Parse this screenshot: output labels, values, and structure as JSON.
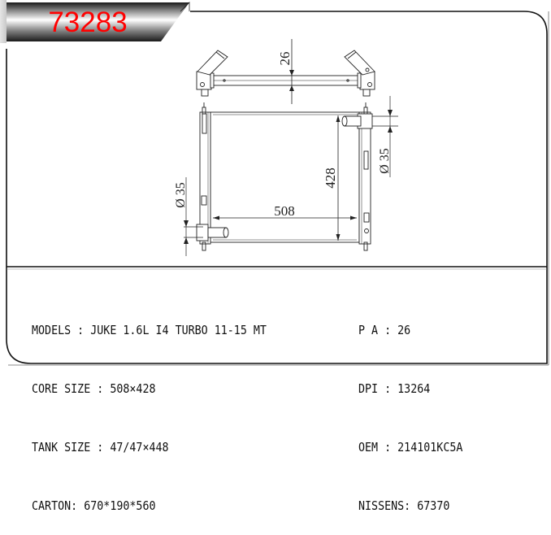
{
  "header": {
    "part_number": "73283",
    "banner_text_color": "#ff0000"
  },
  "drawing": {
    "dimensions": {
      "top_view_thickness": "26",
      "core_width": "508",
      "core_height": "428",
      "inlet_diameter": "Ø 35",
      "outlet_diameter": "Ø 35"
    }
  },
  "specs": {
    "left": [
      {
        "label": "MODELS",
        "sep": " : ",
        "value": "JUKE 1.6L I4 TURBO 11-15 MT"
      },
      {
        "label": "CORE SIZE",
        "sep": " : ",
        "value": "508×428"
      },
      {
        "label": "TANK SIZE",
        "sep": " : ",
        "value": "47/47×448"
      },
      {
        "label": "CARTON",
        "sep": ": ",
        "value": "670*190*560"
      }
    ],
    "right": [
      {
        "label": "P A",
        "sep": " : ",
        "value": "26"
      },
      {
        "label": "DPI",
        "sep": " : ",
        "value": "13264"
      },
      {
        "label": "OEM",
        "sep": " : ",
        "value": "214101KC5A"
      },
      {
        "label": "NISSENS",
        "sep": ": ",
        "value": "67370"
      }
    ]
  }
}
